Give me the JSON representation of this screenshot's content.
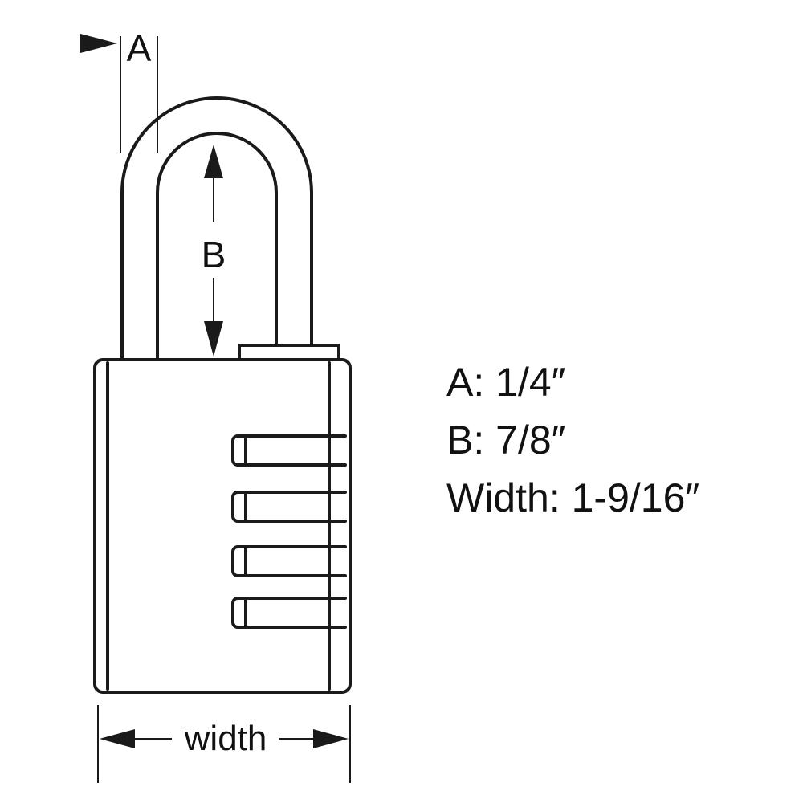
{
  "labels": {
    "a": "A",
    "b": "B",
    "width": "width"
  },
  "specs": [
    {
      "key": "A",
      "value": "1/4″"
    },
    {
      "key": "B",
      "value": "7/8″"
    },
    {
      "key": "Width",
      "value": "1-9/16″"
    }
  ],
  "colors": {
    "line": "#1a1a1a",
    "background": "#ffffff"
  }
}
